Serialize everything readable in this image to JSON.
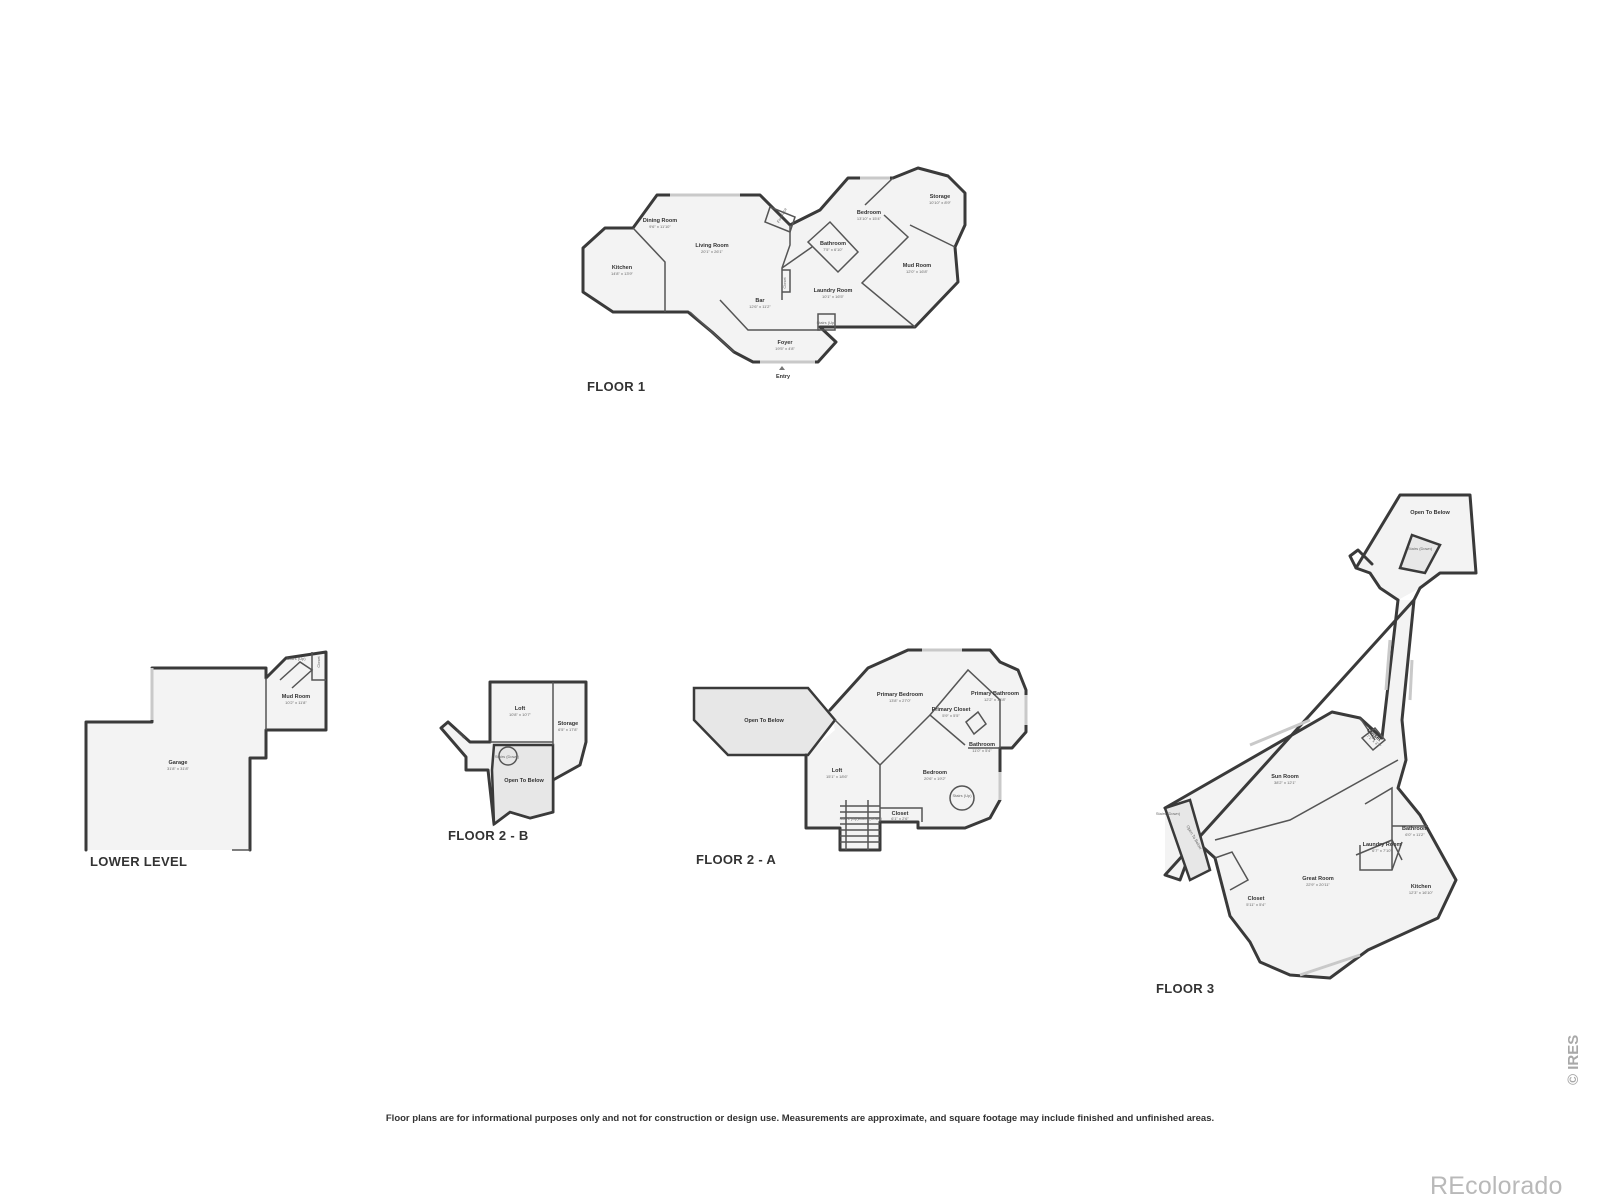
{
  "floors": {
    "floor1": {
      "title": "FLOOR 1",
      "rooms": [
        {
          "name": "Dining Room",
          "dim": "9'6\" x 11'10\""
        },
        {
          "name": "Living Room",
          "dim": "20'1\" x 26'1\""
        },
        {
          "name": "Kitchen",
          "dim": "14'8\" x 13'9\""
        },
        {
          "name": "Bar",
          "dim": "12'6\" x 11'2\""
        },
        {
          "name": "Bedroom",
          "dim": "13'10\" x 15'4\""
        },
        {
          "name": "Storage",
          "dim": "10'10\" x 8'9\""
        },
        {
          "name": "Bathroom",
          "dim": "7'5\" x 6'10\""
        },
        {
          "name": "Mud Room",
          "dim": "12'0\" x 16'8\""
        },
        {
          "name": "Laundry Room",
          "dim": "10'1\" x 16'5\""
        },
        {
          "name": "Foyer",
          "dim": "19'5\" x 4'8\""
        }
      ],
      "labels": {
        "fireplace": "Fireplace",
        "stairs": "Stairs (Up)",
        "entry": "Entry",
        "closet": "Closet"
      }
    },
    "lower": {
      "title": "LOWER LEVEL",
      "rooms": [
        {
          "name": "Garage",
          "dim": "31'8\" x 31'8\""
        },
        {
          "name": "Mud Room",
          "dim": "10'2\" x 11'8\""
        }
      ],
      "labels": {
        "stairs": "Stairs (Up)",
        "closet": "Closet"
      }
    },
    "floor2b": {
      "title": "FLOOR 2 - B",
      "rooms": [
        {
          "name": "Loft",
          "dim": "10'8\" x 10'7\""
        },
        {
          "name": "Storage",
          "dim": "6'5\" x 17'8\""
        }
      ],
      "labels": {
        "closet": "Closet",
        "stairs": "Stairs (Down)",
        "open": "Open To Below"
      }
    },
    "floor2a": {
      "title": "FLOOR 2 - A",
      "rooms": [
        {
          "name": "Primary Bedroom",
          "dim": "13'8\" x 27'0\""
        },
        {
          "name": "Primary Bathroom",
          "dim": "12'2\" x 14'8\""
        },
        {
          "name": "Primary Closet",
          "dim": "5'9\" x 5'5\""
        },
        {
          "name": "Bathroom",
          "dim": "11'0\" x 5'4\""
        },
        {
          "name": "Loft",
          "dim": "15'1\" x 18'6\""
        },
        {
          "name": "Bedroom",
          "dim": "20'6\" x 19'2\""
        },
        {
          "name": "Closet",
          "dim": "6'1\" x 2'6\""
        }
      ],
      "labels": {
        "open": "Open To Below",
        "stairsUp": "Stairs (Up)",
        "stairsDown": "Stairs (Down)",
        "stairsUp2": "Stairs (Up)"
      }
    },
    "floor3": {
      "title": "FLOOR 3",
      "rooms": [
        {
          "name": "Sun Room",
          "dim": "38'2\" x 12'1\""
        },
        {
          "name": "Great Room",
          "dim": "22'9\" x 20'11\""
        },
        {
          "name": "Laundry Room",
          "dim": "6'7\" x 7'10\""
        },
        {
          "name": "Bathroom",
          "dim": "6'0\" x 11'2\""
        },
        {
          "name": "Kitchen",
          "dim": "12'3\" x 16'10\""
        },
        {
          "name": "Closet",
          "dim": "5'11\" x 5'4\""
        },
        {
          "name": "Closet",
          "dim": "7'1\" x 3'1\""
        }
      ],
      "labels": {
        "open": "Open To Below",
        "stairsDown": "Stairs (Down)",
        "stairsDown2": "Stairs (Down)",
        "open2": "Open To Below"
      }
    }
  },
  "disclaimer": "Floor plans are for informational purposes only and not for construction or design use. Measurements are approximate, and square footage may include finished and unfinished areas.",
  "watermark": "© IRES",
  "brand": "REcolorado"
}
